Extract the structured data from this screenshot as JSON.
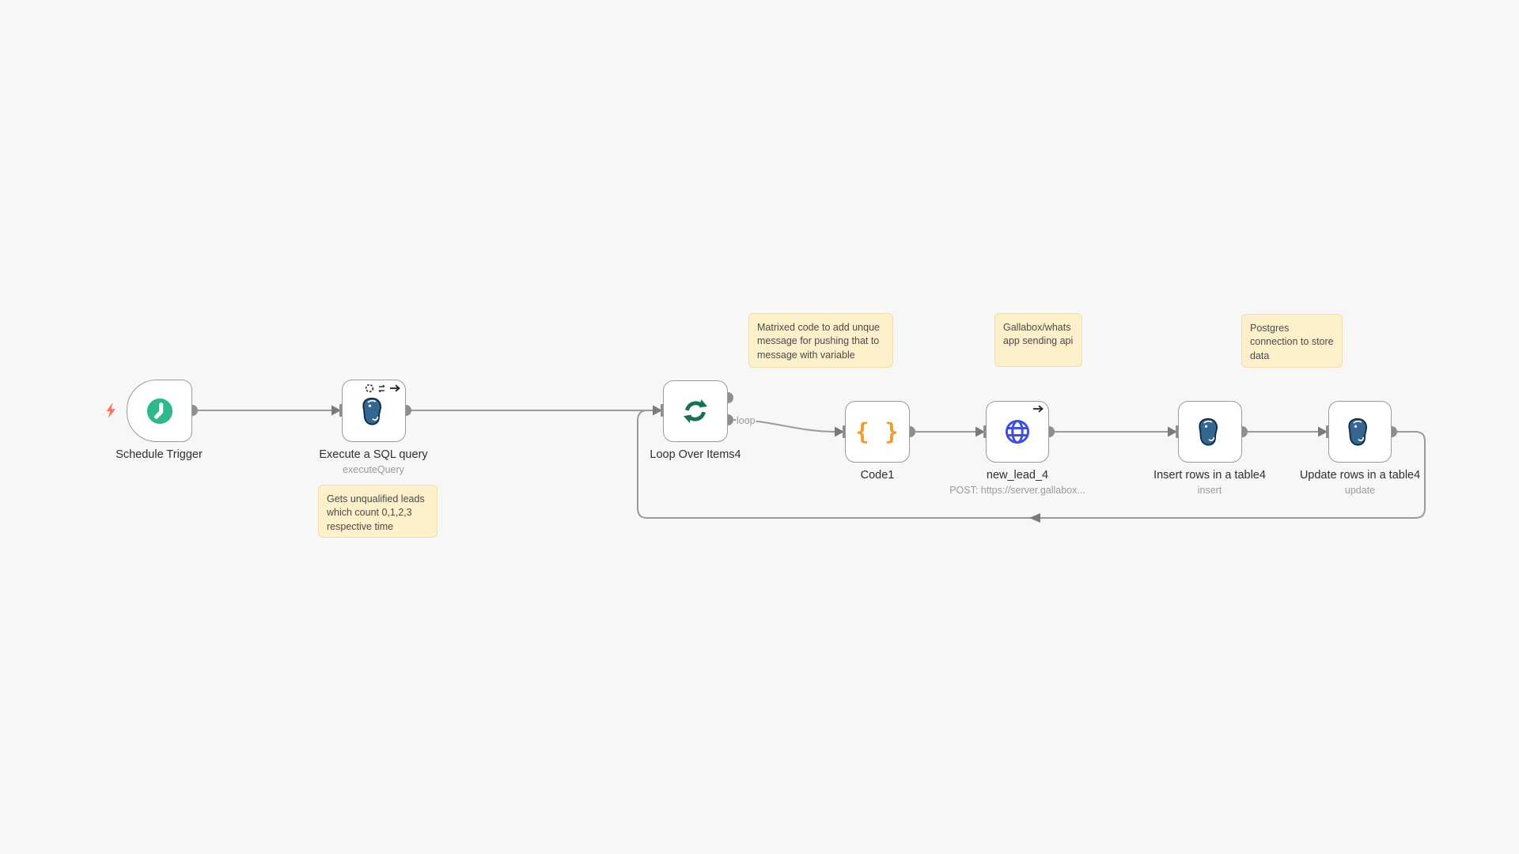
{
  "app": {
    "type": "workflow-canvas"
  },
  "nodes": [
    {
      "id": "schedule-trigger",
      "label": "Schedule Trigger",
      "icon": "clock-icon"
    },
    {
      "id": "execute-sql-query",
      "label": "Execute a SQL query",
      "subtitle": "executeQuery",
      "icon": "postgresql-icon",
      "settings_icons": [
        "retry-icon",
        "swap-icon",
        "arrow-right-icon"
      ]
    },
    {
      "id": "loop-over-items4",
      "label": "Loop Over Items4",
      "icon": "loop-icon",
      "outputs": [
        "done",
        "loop"
      ]
    },
    {
      "id": "code1",
      "label": "Code1",
      "icon": "code-braces-icon",
      "glyph": "{ }"
    },
    {
      "id": "new-lead-4",
      "label": "new_lead_4",
      "subtitle": "POST: https://server.gallabox...",
      "icon": "globe-icon",
      "settings_icons": [
        "arrow-right-icon"
      ]
    },
    {
      "id": "insert-rows-in-a-table4",
      "label": "Insert rows in a table4",
      "subtitle": "insert",
      "icon": "postgresql-icon"
    },
    {
      "id": "update-rows-in-a-table4",
      "label": "Update rows in a table4",
      "subtitle": "update",
      "icon": "postgresql-icon"
    }
  ],
  "connections": {
    "loop_label": "loop",
    "edges": [
      {
        "from": "schedule-trigger",
        "to": "execute-sql-query"
      },
      {
        "from": "execute-sql-query",
        "to": "loop-over-items4"
      },
      {
        "from": "loop-over-items4",
        "output": "loop",
        "to": "code1"
      },
      {
        "from": "code1",
        "to": "new-lead-4"
      },
      {
        "from": "new-lead-4",
        "to": "insert-rows-in-a-table4"
      },
      {
        "from": "insert-rows-in-a-table4",
        "to": "update-rows-in-a-table4"
      },
      {
        "from": "update-rows-in-a-table4",
        "to": "loop-over-items4",
        "style": "loop-back"
      }
    ]
  },
  "sticky_notes": [
    {
      "id": "sticky-sql",
      "text": "Gets unqualified leads which count 0,1,2,3 respective time"
    },
    {
      "id": "sticky-code",
      "text": "Matrixed code to add unque message for pushing that to message with variable"
    },
    {
      "id": "sticky-gallabox",
      "text": "Gallabox/whatsapp sending api"
    },
    {
      "id": "sticky-postgres",
      "text": "Postgres connection to store data"
    }
  ],
  "colors": {
    "canvas_bg": "#f7f7f7",
    "schedule_icon": "#2fb98a",
    "loop_icon": "#17714c",
    "code_icon": "#ef9c33",
    "http_icon": "#4050d8",
    "postgres_icon": "#336791",
    "sticky_bg": "#fdf1cc",
    "wire": "#9a9a9a",
    "trigger_bolt": "#ff6f5c"
  }
}
